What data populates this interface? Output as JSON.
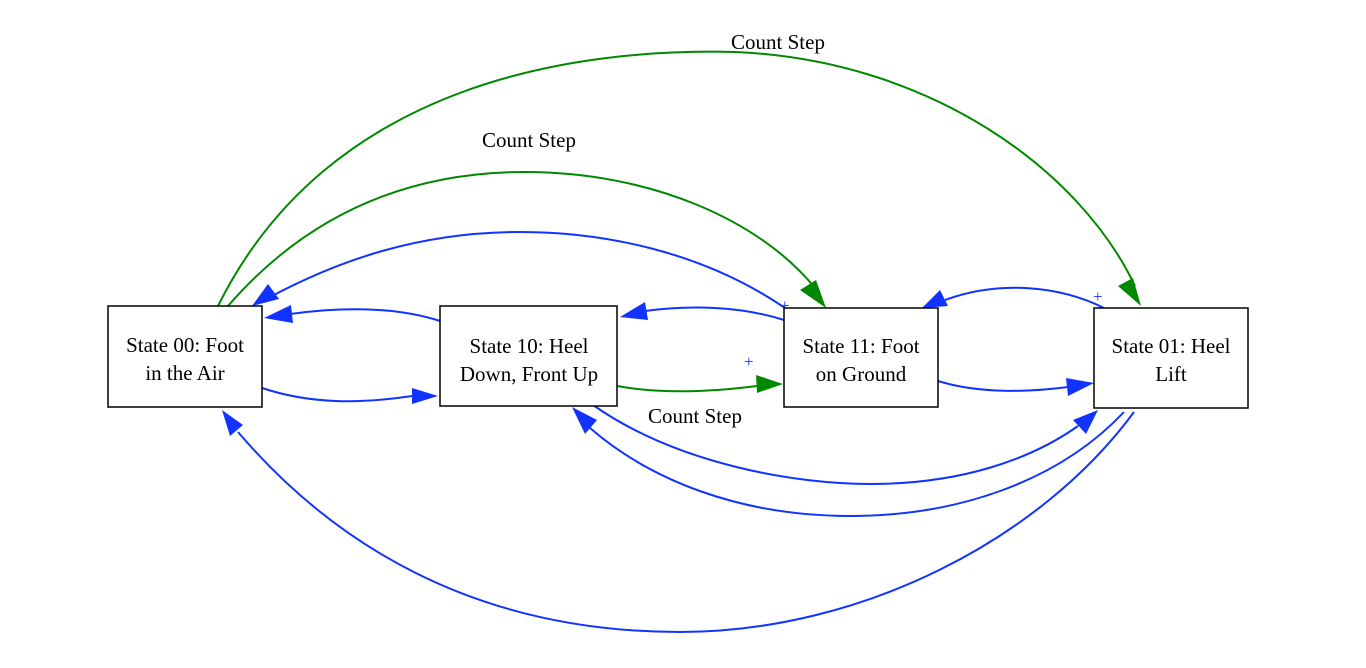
{
  "colors": {
    "green": "#008800",
    "blue": "#1133ff",
    "node_border": "#000000",
    "text": "#000000"
  },
  "nodes": {
    "s00": {
      "line1": "State 00: Foot",
      "line2": "in the Air"
    },
    "s10": {
      "line1": "State 10: Heel",
      "line2": "Down, Front Up"
    },
    "s11": {
      "line1": "State 11: Foot",
      "line2": "on Ground"
    },
    "s01": {
      "line1": "State 01: Heel",
      "line2": "Lift"
    }
  },
  "edge_labels": {
    "count_step_00_01": "Count Step",
    "count_step_00_11": "Count Step",
    "count_step_10_11": "Count Step"
  },
  "markers": {
    "plus": "+"
  }
}
